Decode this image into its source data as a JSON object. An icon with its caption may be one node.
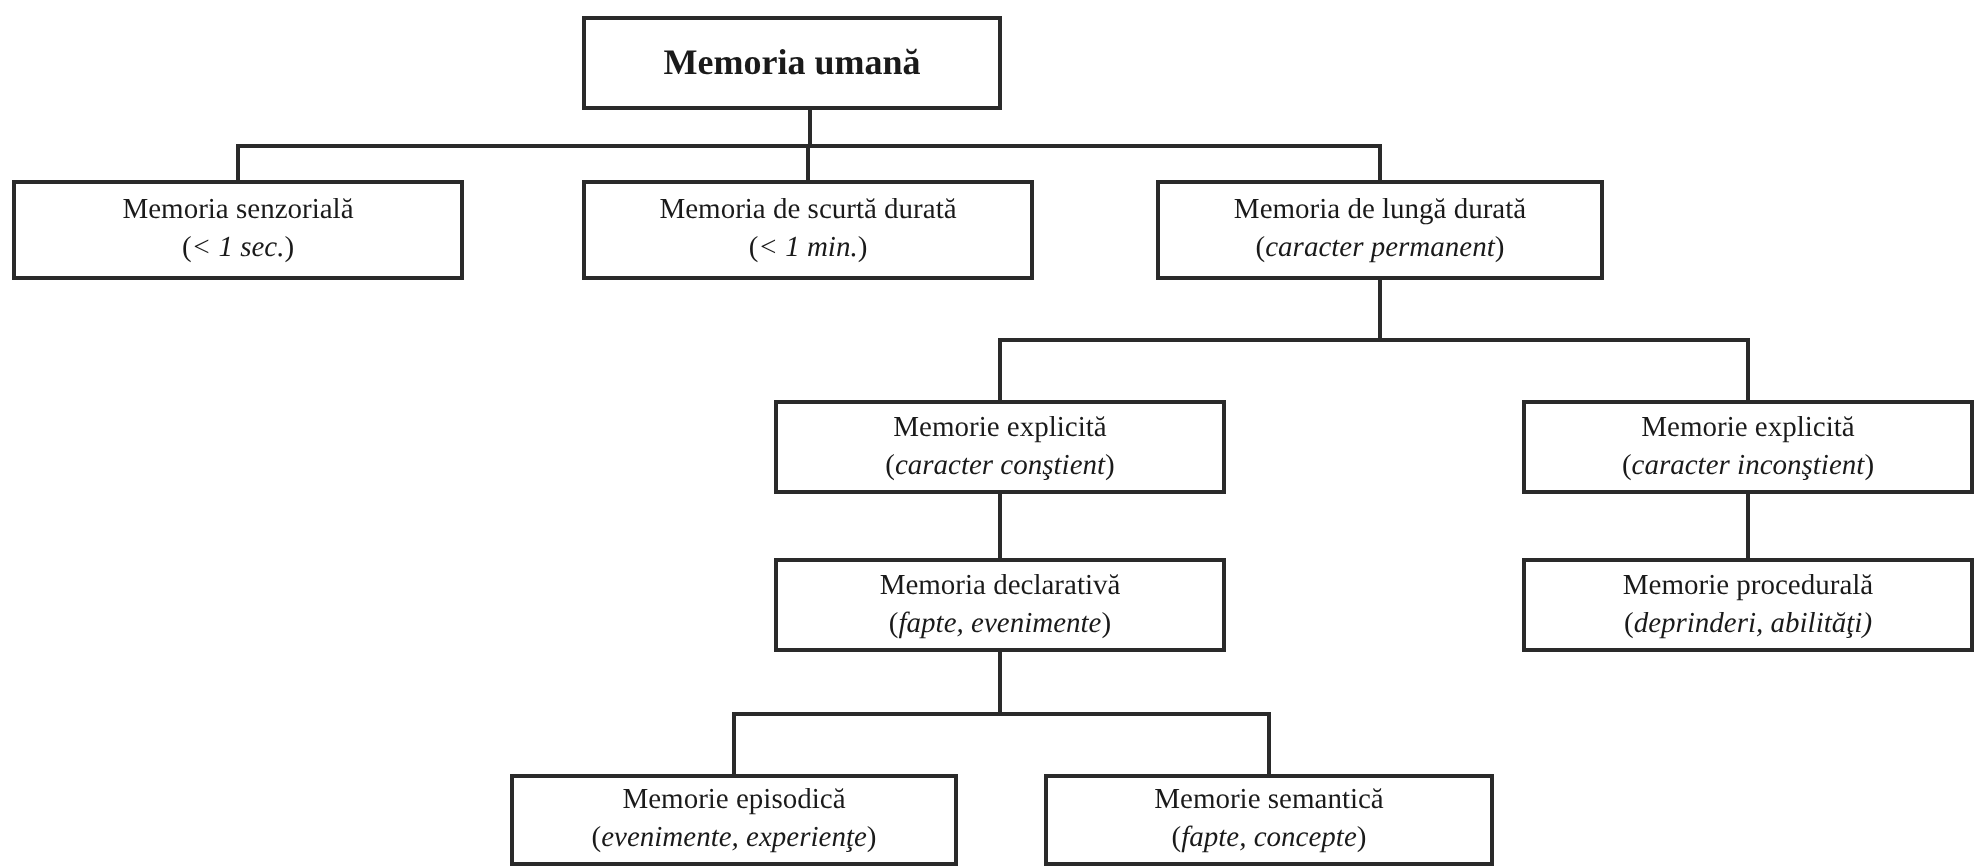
{
  "diagram": {
    "nodes": [
      {
        "text": [
          "Memoria umană"
        ]
      },
      {
        "text": [
          "Memoria senzorială",
          "(*< 1 sec.*)"
        ]
      },
      {
        "text": [
          "Memoria de scurtă durată",
          "(*< 1 min.*)"
        ]
      },
      {
        "text": [
          "Memoria de lungă durată",
          "(*caracter permanent*)"
        ]
      },
      {
        "text": [
          "Memorie explicită",
          "(*caracter conştient*)"
        ]
      },
      {
        "text": [
          "Memorie explicită",
          "(*caracter inconştient*)"
        ]
      },
      {
        "text": [
          "Memoria declarativă",
          "(*fapte, evenimente*)"
        ]
      },
      {
        "text": [
          "Memorie procedurală",
          "(*deprinderi, abilităţi)*"
        ]
      },
      {
        "text": [
          "Memorie episodică",
          "(*evenimente, experienţe*)"
        ]
      },
      {
        "text": [
          "Memorie semantică",
          "(*fapte, concepte*)"
        ]
      }
    ],
    "edges": [
      {
        "from": 0,
        "to": 1,
        "arrow": "none"
      },
      {
        "from": 0,
        "to": 2,
        "arrow": "none"
      },
      {
        "from": 0,
        "to": 3,
        "arrow": "none"
      },
      {
        "from": 3,
        "to": 4,
        "arrow": "none"
      },
      {
        "from": 3,
        "to": 5,
        "arrow": "none"
      },
      {
        "from": 4,
        "to": 6,
        "arrow": "none"
      },
      {
        "from": 5,
        "to": 7,
        "arrow": "none"
      },
      {
        "from": 6,
        "to": 8,
        "arrow": "none"
      },
      {
        "from": 6,
        "to": 9,
        "arrow": "none"
      }
    ]
  }
}
